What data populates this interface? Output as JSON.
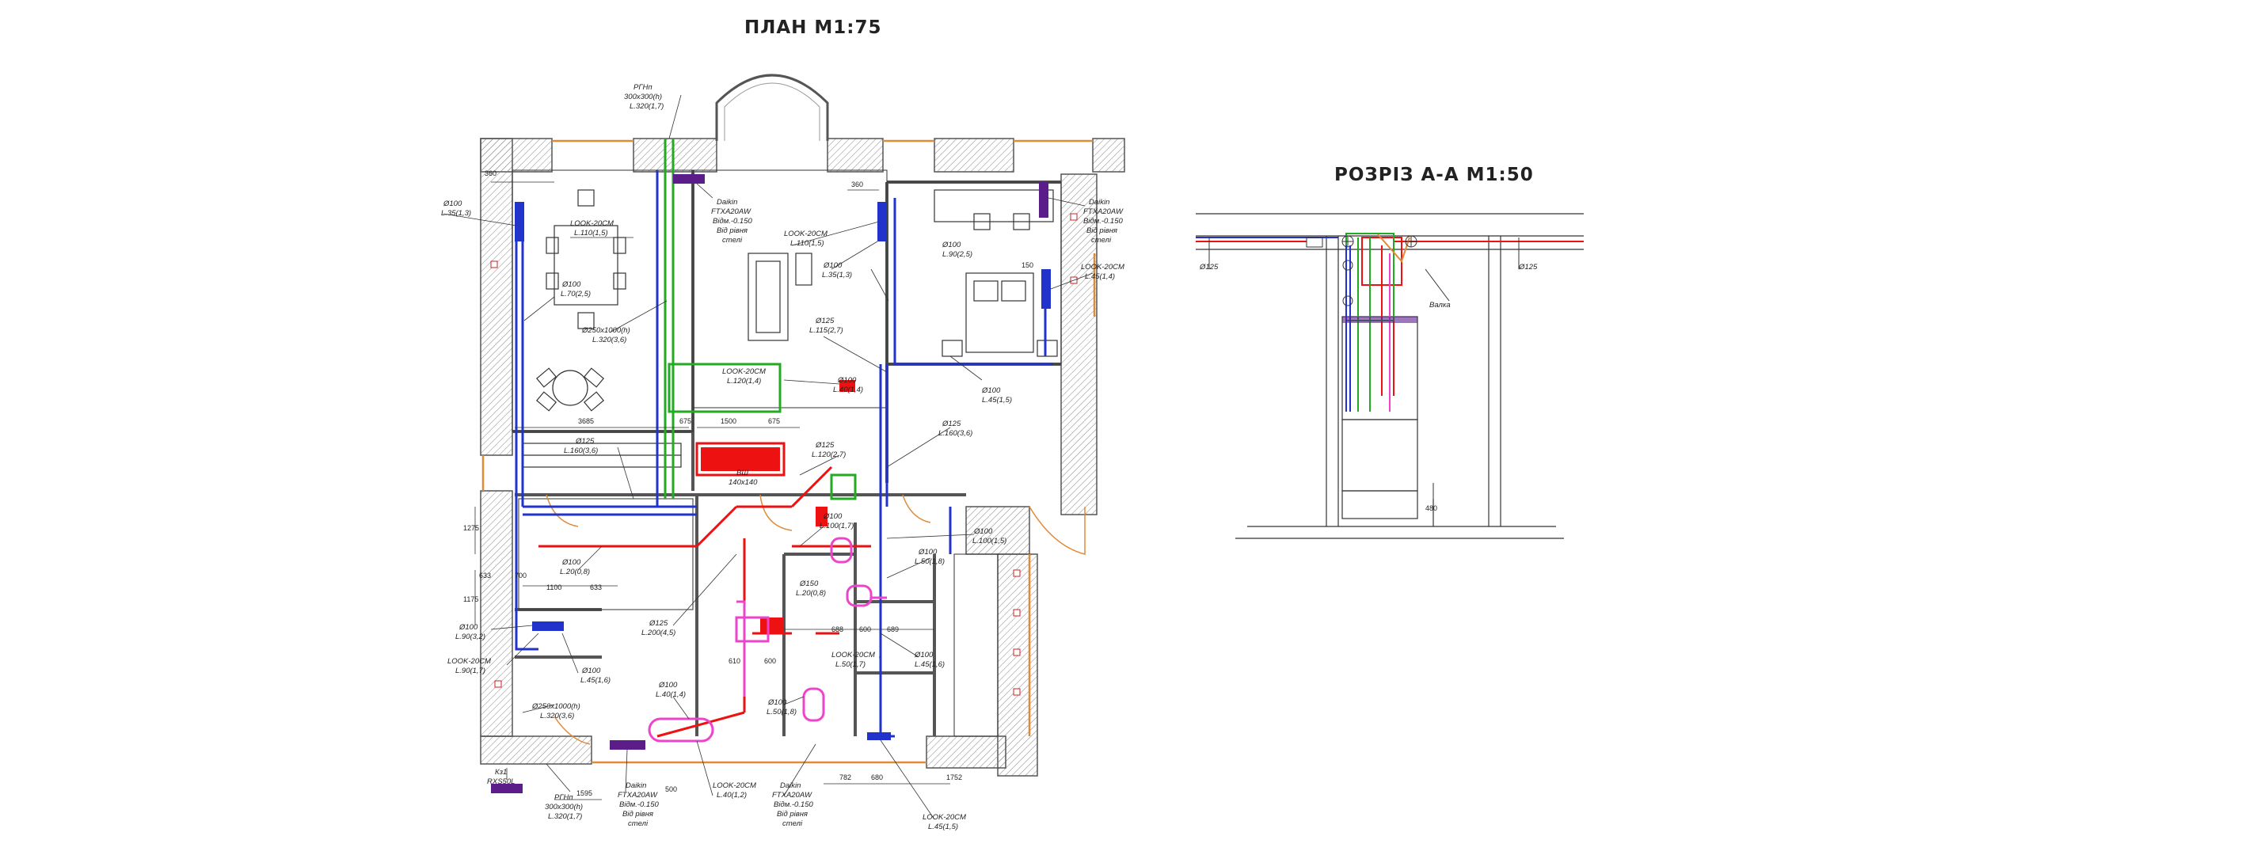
{
  "titles": {
    "plan": "ПЛАН М1:75",
    "section": "РОЗРІЗ А-А М1:50"
  },
  "colors": {
    "wall": "#555555",
    "supply_duct": "#2233cc",
    "return_duct": "#ee1111",
    "fresh_duct": "#22aa22",
    "drain": "#ee44cc",
    "unit": "#5a1d8a",
    "door_arc": "#e08a3a",
    "dimension": "#333333"
  },
  "plan_labels": [
    {
      "id": "rgn-top-1",
      "text": "РГНп"
    },
    {
      "id": "rgn-top-2",
      "text": "300x300(h)"
    },
    {
      "id": "rgn-top-3",
      "text": "L.320(1,7)"
    },
    {
      "id": "d100-a-1",
      "text": "Ø100"
    },
    {
      "id": "d100-a-2",
      "text": "L.35(1,3)"
    },
    {
      "id": "dim-360-a",
      "text": "360"
    },
    {
      "id": "look-a-1",
      "text": "LOOK-20CM"
    },
    {
      "id": "look-a-2",
      "text": "L.110(1,5)"
    },
    {
      "id": "d100-b-1",
      "text": "Ø100"
    },
    {
      "id": "d100-b-2",
      "text": "L.70(2,5)"
    },
    {
      "id": "d250-a-1",
      "text": "Ø250x1000(h)"
    },
    {
      "id": "d250-a-2",
      "text": "L.320(3,6)"
    },
    {
      "id": "daikin-a-1",
      "text": "Daikin"
    },
    {
      "id": "daikin-a-2",
      "text": "FTXA20AW"
    },
    {
      "id": "daikin-a-3",
      "text": "Відм.-0.150"
    },
    {
      "id": "daikin-a-4",
      "text": "Від рівня"
    },
    {
      "id": "daikin-a-5",
      "text": "стелі"
    },
    {
      "id": "dim-360-b",
      "text": "360"
    },
    {
      "id": "look-b-1",
      "text": "LOOK-20CM"
    },
    {
      "id": "look-b-2",
      "text": "L.110(1,5)"
    },
    {
      "id": "d100-c-1",
      "text": "Ø100"
    },
    {
      "id": "d100-c-2",
      "text": "L.35(1,3)"
    },
    {
      "id": "d100-d-1",
      "text": "Ø100"
    },
    {
      "id": "d100-d-2",
      "text": "L.90(2,5)"
    },
    {
      "id": "daikin-b-1",
      "text": "Daikin"
    },
    {
      "id": "daikin-b-2",
      "text": "FTXA20AW"
    },
    {
      "id": "daikin-b-3",
      "text": "Відм.-0.150"
    },
    {
      "id": "daikin-b-4",
      "text": "Від рівня"
    },
    {
      "id": "daikin-b-5",
      "text": "стелі"
    },
    {
      "id": "dim-150",
      "text": "150"
    },
    {
      "id": "look-c-1",
      "text": "LOOK-20CM"
    },
    {
      "id": "look-c-2",
      "text": "L.45(1,4)"
    },
    {
      "id": "d125-a-1",
      "text": "Ø125"
    },
    {
      "id": "d125-a-2",
      "text": "L.115(2,7)"
    },
    {
      "id": "look-d-1",
      "text": "LOOK-20CM"
    },
    {
      "id": "look-d-2",
      "text": "L.120(1,4)"
    },
    {
      "id": "d100-e-1",
      "text": "Ø100"
    },
    {
      "id": "d100-e-2",
      "text": "L.40(1,4)"
    },
    {
      "id": "d100-f-1",
      "text": "Ø100"
    },
    {
      "id": "d100-f-2",
      "text": "L.45(1,5)"
    },
    {
      "id": "dim-3685",
      "text": "3685"
    },
    {
      "id": "dim-1500",
      "text": "1500"
    },
    {
      "id": "dim-675-a",
      "text": "675"
    },
    {
      "id": "dim-675-b",
      "text": "675"
    },
    {
      "id": "d125-b-1",
      "text": "Ø125"
    },
    {
      "id": "d125-b-2",
      "text": "L.160(3,6)"
    },
    {
      "id": "d125-c-1",
      "text": "Ø125"
    },
    {
      "id": "d125-c-2",
      "text": "L.160(3,6)"
    },
    {
      "id": "d125-d-1",
      "text": "Ø125"
    },
    {
      "id": "d125-d-2",
      "text": "L.120(2,7)"
    },
    {
      "id": "vsh-1",
      "text": "ВШ"
    },
    {
      "id": "vsh-2",
      "text": "140x140"
    },
    {
      "id": "d100-g-1",
      "text": "Ø100"
    },
    {
      "id": "d100-g-2",
      "text": "L.100(1,7)"
    },
    {
      "id": "d100-h-1",
      "text": "Ø100"
    },
    {
      "id": "d100-h-2",
      "text": "L.100(1,5)"
    },
    {
      "id": "d100-i-1",
      "text": "Ø100"
    },
    {
      "id": "d100-i-2",
      "text": "L.50(1,8)"
    },
    {
      "id": "dim-1275",
      "text": "1275"
    },
    {
      "id": "dim-1175",
      "text": "1175"
    },
    {
      "id": "dim-633-a",
      "text": "633"
    },
    {
      "id": "dim-700",
      "text": "700"
    },
    {
      "id": "dim-1100",
      "text": "1100"
    },
    {
      "id": "dim-633-b",
      "text": "633"
    },
    {
      "id": "d100-j-1",
      "text": "Ø100"
    },
    {
      "id": "d100-j-2",
      "text": "L.20(0,8)"
    },
    {
      "id": "d125-e-1",
      "text": "Ø125"
    },
    {
      "id": "d125-e-2",
      "text": "L.200(4,5)"
    },
    {
      "id": "d150-a-1",
      "text": "Ø150"
    },
    {
      "id": "d150-a-2",
      "text": "L.20(0,8)"
    },
    {
      "id": "dim-688",
      "text": "688"
    },
    {
      "id": "dim-600-a",
      "text": "600"
    },
    {
      "id": "dim-689",
      "text": "689"
    },
    {
      "id": "d100-k-1",
      "text": "Ø100"
    },
    {
      "id": "d100-k-2",
      "text": "L.90(3,2)"
    },
    {
      "id": "look-e-1",
      "text": "LOOK-20CM"
    },
    {
      "id": "look-e-2",
      "text": "L.90(1,7)"
    },
    {
      "id": "d100-l-1",
      "text": "Ø100"
    },
    {
      "id": "d100-l-2",
      "text": "L.45(1,6)"
    },
    {
      "id": "dim-610",
      "text": "610"
    },
    {
      "id": "dim-600-b",
      "text": "600"
    },
    {
      "id": "look-f-1",
      "text": "LOOK-20CM"
    },
    {
      "id": "look-f-2",
      "text": "L.50(1,7)"
    },
    {
      "id": "d100-m-1",
      "text": "Ø100"
    },
    {
      "id": "d100-m-2",
      "text": "L.45(1,6)"
    },
    {
      "id": "d100-n-1",
      "text": "Ø100"
    },
    {
      "id": "d100-n-2",
      "text": "L.40(1,4)"
    },
    {
      "id": "d100-o-1",
      "text": "Ø100"
    },
    {
      "id": "d100-o-2",
      "text": "L.50(1,8)"
    },
    {
      "id": "d250-b-1",
      "text": "Ø250x1000(h)"
    },
    {
      "id": "d250-b-2",
      "text": "L.320(3,6)"
    },
    {
      "id": "kz-1",
      "text": "Кз1"
    },
    {
      "id": "kz-2",
      "text": "RXS50L"
    },
    {
      "id": "dim-1595",
      "text": "1595"
    },
    {
      "id": "rgn-bot-1",
      "text": "РГНп"
    },
    {
      "id": "rgn-bot-2",
      "text": "300x300(h)"
    },
    {
      "id": "rgn-bot-3",
      "text": "L.320(1,7)"
    },
    {
      "id": "daikin-c-1",
      "text": "Daikin"
    },
    {
      "id": "daikin-c-2",
      "text": "FTXA20AW"
    },
    {
      "id": "daikin-c-3",
      "text": "Відм.-0.150"
    },
    {
      "id": "daikin-c-4",
      "text": "Від рівня"
    },
    {
      "id": "daikin-c-5",
      "text": "стелі"
    },
    {
      "id": "dim-500",
      "text": "500"
    },
    {
      "id": "look-g-1",
      "text": "LOOK-20CM"
    },
    {
      "id": "look-g-2",
      "text": "L.40(1,2)"
    },
    {
      "id": "daikin-d-1",
      "text": "Daikin"
    },
    {
      "id": "daikin-d-2",
      "text": "FTXA20AW"
    },
    {
      "id": "daikin-d-3",
      "text": "Відм.-0.150"
    },
    {
      "id": "daikin-d-4",
      "text": "Від рівня"
    },
    {
      "id": "daikin-d-5",
      "text": "стелі"
    },
    {
      "id": "dim-782",
      "text": "782"
    },
    {
      "id": "dim-680",
      "text": "680"
    },
    {
      "id": "dim-1752",
      "text": "1752"
    },
    {
      "id": "look-h-1",
      "text": "LOOK-20CM"
    },
    {
      "id": "look-h-2",
      "text": "L.45(1,5)"
    }
  ],
  "section_labels": [
    {
      "id": "sec-d125-left",
      "text": "Ø125"
    },
    {
      "id": "sec-d125-right",
      "text": "Ø125"
    },
    {
      "id": "sec-valve",
      "text": "Валка"
    },
    {
      "id": "sec-dim-480",
      "text": "480"
    }
  ]
}
